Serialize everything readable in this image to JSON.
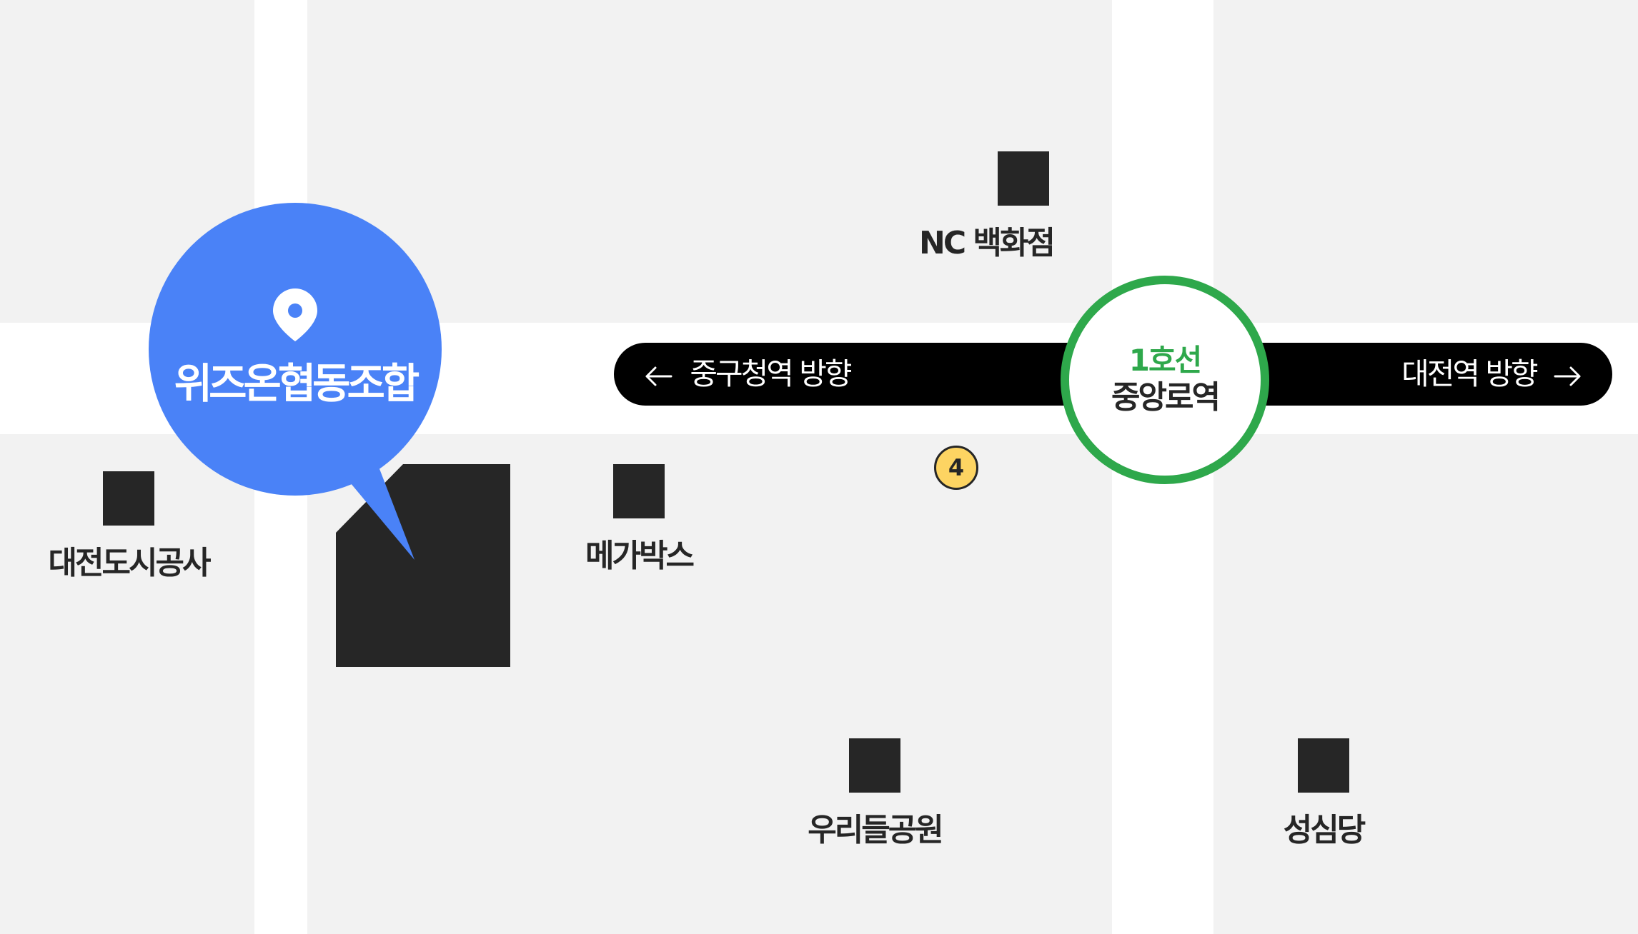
{
  "map": {
    "destination": {
      "name": "위즈온협동조합",
      "icon": "location-pin-icon",
      "color": "#4a82f7"
    },
    "metro": {
      "line": "1호선",
      "station": "중앙로역",
      "line_color": "#2ea84b",
      "exit_number": "4",
      "exit_color": "#fdd462",
      "direction_left": "중구청역 방향",
      "direction_right": "대전역 방향"
    },
    "landmarks": {
      "nc_department_store": "NC 백화점",
      "daejeon_urban_corp": "대전도시공사",
      "megabox": "메가박스",
      "urideul_park": "우리들공원",
      "sungsimdang": "성심당"
    }
  }
}
